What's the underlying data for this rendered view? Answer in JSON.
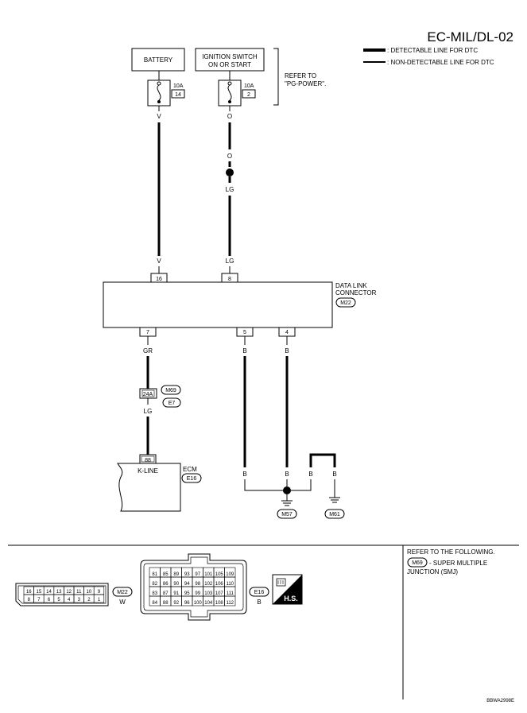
{
  "header": {
    "title": "EC-MIL/DL-02"
  },
  "legend": {
    "detectable": ": DETECTABLE LINE FOR DTC",
    "non_detectable": ": NON-DETECTABLE LINE FOR DTC"
  },
  "power": {
    "battery_label": "BATTERY",
    "ignition_label_1": "IGNITION SWITCH",
    "ignition_label_2": "ON OR START",
    "refer_1": "REFER TO",
    "refer_2": "\"PG-POWER\".",
    "fuse1_rating": "10A",
    "fuse1_number": "14",
    "fuse2_rating": "10A",
    "fuse2_number": "2"
  },
  "wires": {
    "v_top": "V",
    "o_top": "O",
    "o_mid": "O",
    "lg_mid": "LG",
    "v_bottom": "V",
    "lg_bottom": "LG",
    "gr": "GR",
    "lg_junction": "LG",
    "b5": "B",
    "b4": "B",
    "b_left": "B",
    "b_mid": "B",
    "b_right1": "B",
    "b_right2": "B"
  },
  "dlc": {
    "name_1": "DATA LINK",
    "name_2": "CONNECTOR",
    "connector": "M22",
    "pin_16": "16",
    "pin_8": "8",
    "pin_7": "7",
    "pin_5": "5",
    "pin_4": "4"
  },
  "junction": {
    "terminal": "24A",
    "conn_1": "M69",
    "conn_2": "E7"
  },
  "ecm": {
    "pin": "88",
    "label": "K-LINE",
    "name": "ECM",
    "connector": "E16"
  },
  "grounds": {
    "g1": "M57",
    "g2": "M61"
  },
  "bottom": {
    "m22_connector": "M22",
    "m22_color": "W",
    "e16_connector": "E16",
    "e16_color": "B",
    "hs": "H.S.",
    "refer_title": "REFER TO THE FOLLOWING.",
    "refer_conn": "M69",
    "refer_desc_1": "- SUPER MULTIPLE",
    "refer_desc_2": "JUNCTION (SMJ)",
    "m22_row1": [
      "16",
      "15",
      "14",
      "13",
      "12",
      "11",
      "10",
      "9"
    ],
    "m22_row2": [
      "8",
      "7",
      "6",
      "5",
      "4",
      "3",
      "2",
      "1"
    ],
    "e16_row1": [
      "81",
      "85",
      "89",
      "93",
      "97",
      "101",
      "105",
      "109"
    ],
    "e16_row2": [
      "82",
      "86",
      "90",
      "94",
      "98",
      "102",
      "106",
      "110"
    ],
    "e16_row3": [
      "83",
      "87",
      "91",
      "95",
      "99",
      "103",
      "107",
      "111"
    ],
    "e16_row4": [
      "84",
      "88",
      "92",
      "96",
      "100",
      "104",
      "108",
      "112"
    ]
  },
  "footer": {
    "code": "BBWA2998E"
  }
}
